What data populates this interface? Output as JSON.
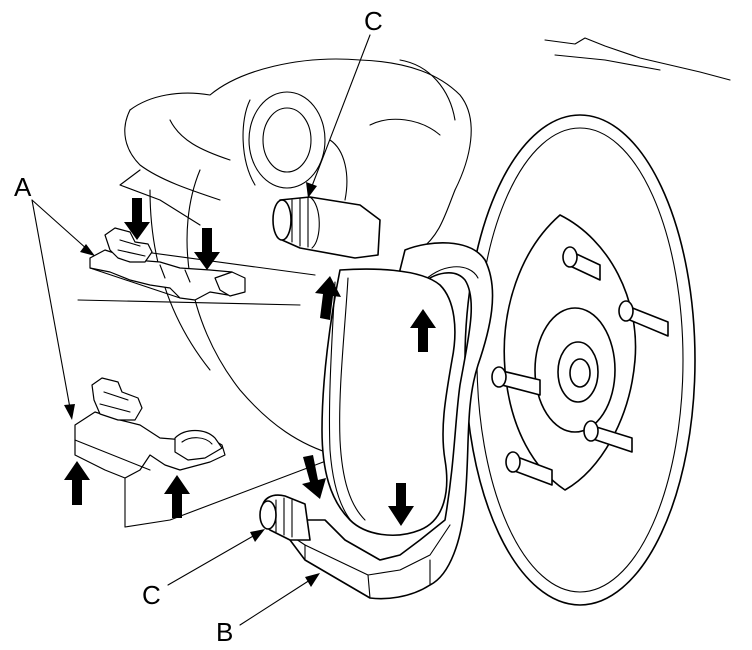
{
  "labels": {
    "a": "A",
    "b": "B",
    "c_top": "C",
    "c_bottom": "C"
  },
  "colors": {
    "ink": "#000000",
    "paper": "#ffffff"
  },
  "icons": {
    "arrow": "solid-block-arrow-icon",
    "leader": "leader-arrow-icon"
  }
}
